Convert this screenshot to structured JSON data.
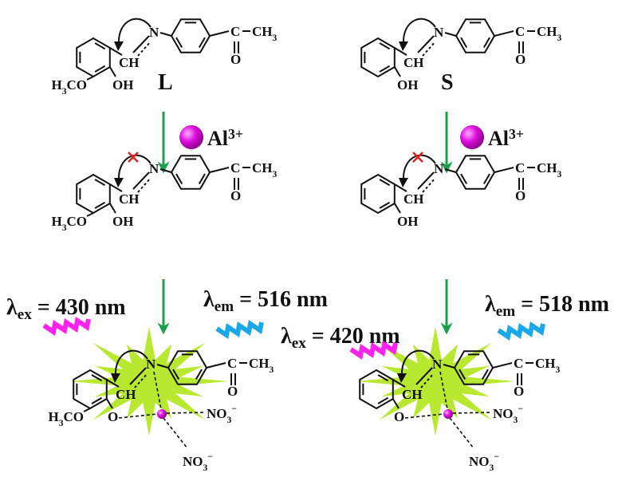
{
  "atoms": {
    "N": "N",
    "CH": "CH",
    "C": "C",
    "CH3": "CH",
    "sub3": "3",
    "O": "O",
    "OH": "OH",
    "H3CO_H": "H",
    "H3CO_CO": "CO",
    "NO3": "NO",
    "minus": "−"
  },
  "molecules": {
    "L": {
      "label": "L"
    },
    "S": {
      "label": "S"
    }
  },
  "reagent": {
    "ion": "Al",
    "charge": "3+"
  },
  "wavelengths": {
    "symbol": "λ",
    "L": {
      "ex_sub": "ex",
      "ex_value": " = 430 nm",
      "em_sub": "em",
      "em_value": " = 516 nm"
    },
    "S": {
      "ex_sub": "ex",
      "ex_value": " = 420 nm",
      "em_sub": "em",
      "em_value": " = 518 nm"
    }
  },
  "colors": {
    "arrow": "#1aa04a",
    "al_ion": "#e010e0",
    "excitation": "#ff22ee",
    "emission": "#1aa8e8",
    "fluorescence": "#b8e830",
    "blocked": "#e02020"
  }
}
